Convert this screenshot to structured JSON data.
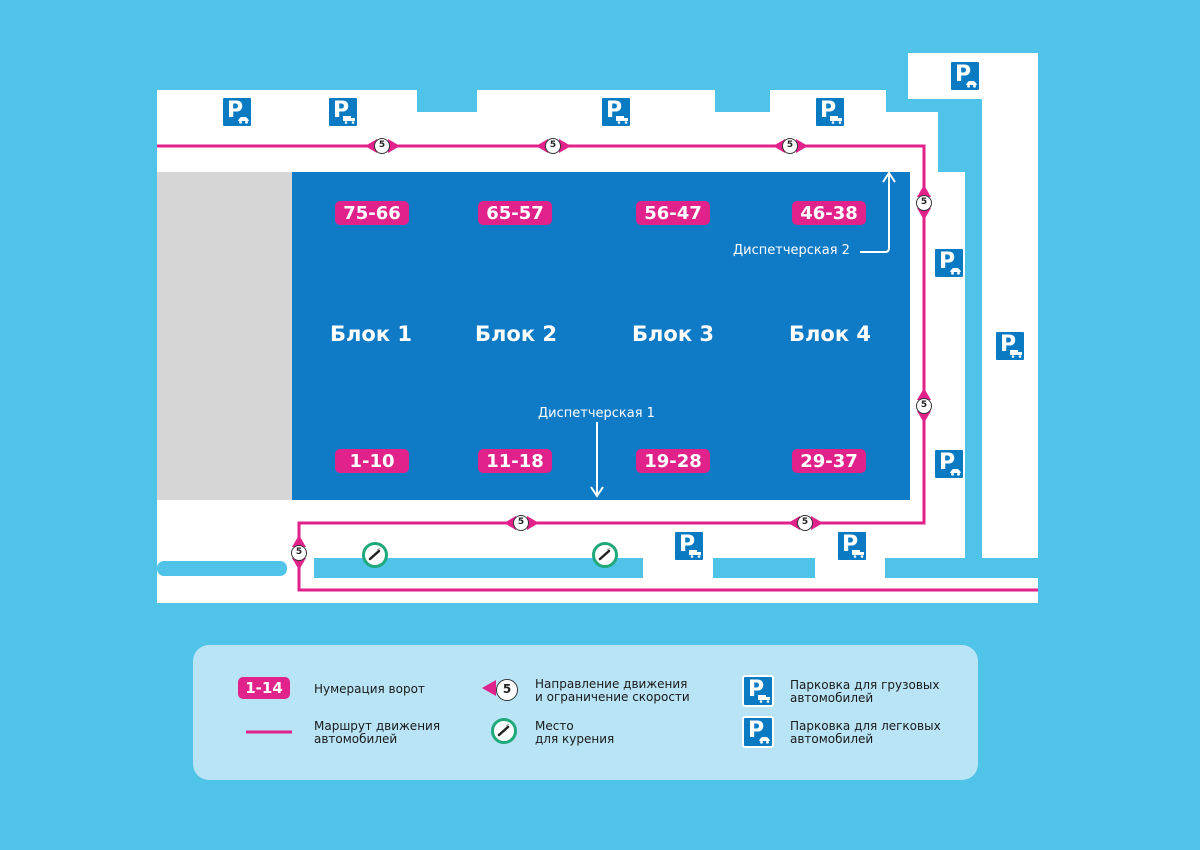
{
  "gates": {
    "top": [
      "75-66",
      "65-57",
      "56-47",
      "46-38"
    ],
    "bottom": [
      "1-10",
      "11-18",
      "19-28",
      "29-37"
    ]
  },
  "blocks": [
    "Блок 1",
    "Блок 2",
    "Блок 3",
    "Блок 4"
  ],
  "dispatch": {
    "d1": "Диспетчерская 1",
    "d2": "Диспетчерская 2"
  },
  "speed_limit": "5",
  "parking_letter": "P",
  "legend": {
    "gate_sample": "1-14",
    "gate_label": "Нумерация ворот",
    "route_label_1": "Маршрут движения",
    "route_label_2": "автомобилей",
    "speed_sample": "5",
    "speed_label_1": "Направление движения",
    "speed_label_2": "и ограничение скорости",
    "smoke_label_1": "Место",
    "smoke_label_2": "для курения",
    "truck_label_1": "Парковка для грузовых",
    "truck_label_2": "автомобилей",
    "car_label_1": "Парковка для легковых",
    "car_label_2": "автомобилей"
  },
  "colors": {
    "background": "#4fc3e8",
    "building": "#0f7ac6",
    "route": "#e0228a",
    "gate": "#e0228a",
    "parking": "#0a7bc2",
    "smoking": "#1fa97b",
    "legend_bg": "#b8e4f5"
  },
  "icons": [
    "truck-parking-icon",
    "car-parking-icon",
    "speed-limit-icon",
    "smoking-area-icon",
    "direction-arrow-icon"
  ]
}
